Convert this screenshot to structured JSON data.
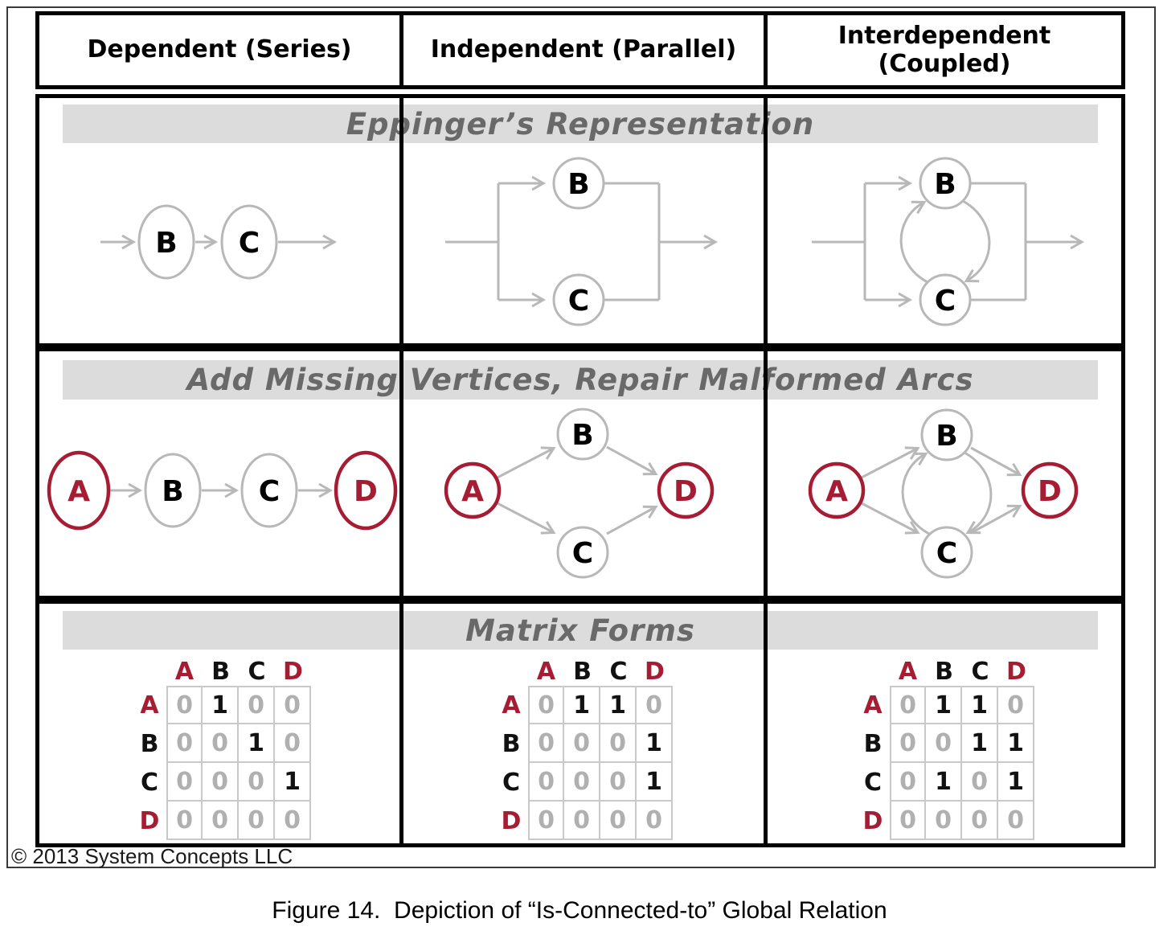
{
  "header": {
    "columns": [
      {
        "label": "Dependent (Series)"
      },
      {
        "label": "Independent (Parallel)"
      },
      {
        "label": "Interdependent\n(Coupled)"
      }
    ]
  },
  "banners": {
    "row1": "Eppinger’s Representation",
    "row2": "Add Missing Vertices, Repair Malformed Arcs",
    "row3": "Matrix Forms"
  },
  "node_labels": {
    "a": "A",
    "b": "B",
    "c": "C",
    "d": "D"
  },
  "matrices": [
    {
      "name": "dependent-series",
      "col_headers": [
        "A",
        "B",
        "C",
        "D"
      ],
      "row_headers": [
        "A",
        "B",
        "C",
        "D"
      ],
      "rows": [
        [
          "0",
          "1",
          "0",
          "0"
        ],
        [
          "0",
          "0",
          "1",
          "0"
        ],
        [
          "0",
          "0",
          "0",
          "1"
        ],
        [
          "0",
          "0",
          "0",
          "0"
        ]
      ]
    },
    {
      "name": "independent-parallel",
      "col_headers": [
        "A",
        "B",
        "C",
        "D"
      ],
      "row_headers": [
        "A",
        "B",
        "C",
        "D"
      ],
      "rows": [
        [
          "0",
          "1",
          "1",
          "0"
        ],
        [
          "0",
          "0",
          "0",
          "1"
        ],
        [
          "0",
          "0",
          "0",
          "1"
        ],
        [
          "0",
          "0",
          "0",
          "0"
        ]
      ]
    },
    {
      "name": "interdependent-coupled",
      "col_headers": [
        "A",
        "B",
        "C",
        "D"
      ],
      "row_headers": [
        "A",
        "B",
        "C",
        "D"
      ],
      "rows": [
        [
          "0",
          "1",
          "1",
          "0"
        ],
        [
          "0",
          "0",
          "1",
          "1"
        ],
        [
          "0",
          "1",
          "0",
          "1"
        ],
        [
          "0",
          "0",
          "0",
          "0"
        ]
      ]
    }
  ],
  "footer": {
    "copyright": "© 2013 System Concepts LLC",
    "caption": "Figure 14.  Depiction of “Is-Connected-to” Global Relation"
  },
  "colors": {
    "red": "#a61c33",
    "gray": "#b8b8b8",
    "banner_bg": "#dcdcdc",
    "banner_text": "#696969",
    "zero": "#b0b0b0",
    "one": "#121212"
  }
}
